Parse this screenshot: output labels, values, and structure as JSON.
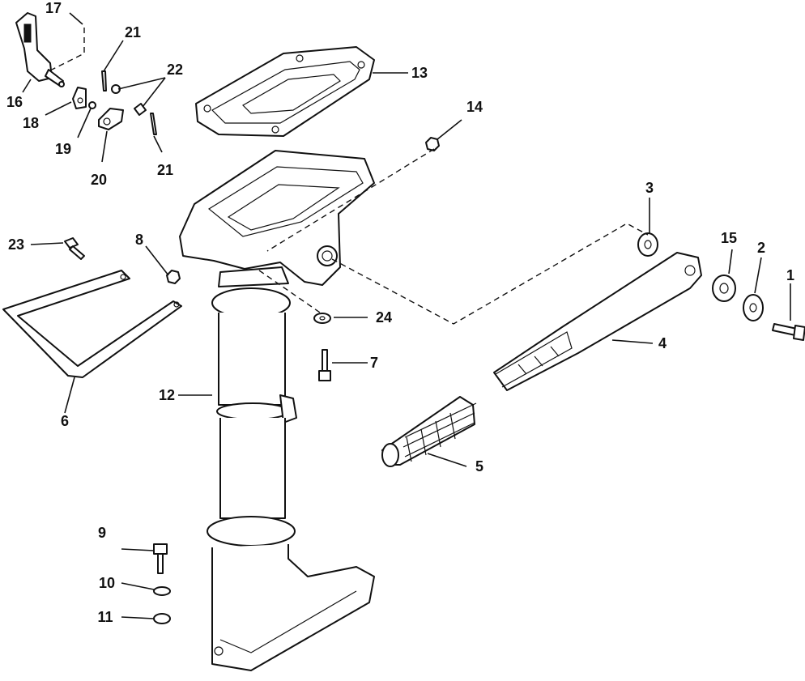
{
  "diagram": {
    "callouts": [
      {
        "id": "c1",
        "label": "1"
      },
      {
        "id": "c2",
        "label": "2"
      },
      {
        "id": "c3",
        "label": "3"
      },
      {
        "id": "c4",
        "label": "4"
      },
      {
        "id": "c5",
        "label": "5"
      },
      {
        "id": "c6",
        "label": "6"
      },
      {
        "id": "c7",
        "label": "7"
      },
      {
        "id": "c8",
        "label": "8"
      },
      {
        "id": "c9",
        "label": "9"
      },
      {
        "id": "c10",
        "label": "10"
      },
      {
        "id": "c11",
        "label": "11"
      },
      {
        "id": "c12",
        "label": "12"
      },
      {
        "id": "c13",
        "label": "13"
      },
      {
        "id": "c14",
        "label": "14"
      },
      {
        "id": "c15",
        "label": "15"
      },
      {
        "id": "c16",
        "label": "16"
      },
      {
        "id": "c17",
        "label": "17"
      },
      {
        "id": "c18",
        "label": "18"
      },
      {
        "id": "c19",
        "label": "19"
      },
      {
        "id": "c20",
        "label": "20"
      },
      {
        "id": "c21a",
        "label": "21"
      },
      {
        "id": "c21b",
        "label": "21"
      },
      {
        "id": "c22",
        "label": "22"
      },
      {
        "id": "c23",
        "label": "23"
      },
      {
        "id": "c24",
        "label": "24"
      }
    ]
  }
}
